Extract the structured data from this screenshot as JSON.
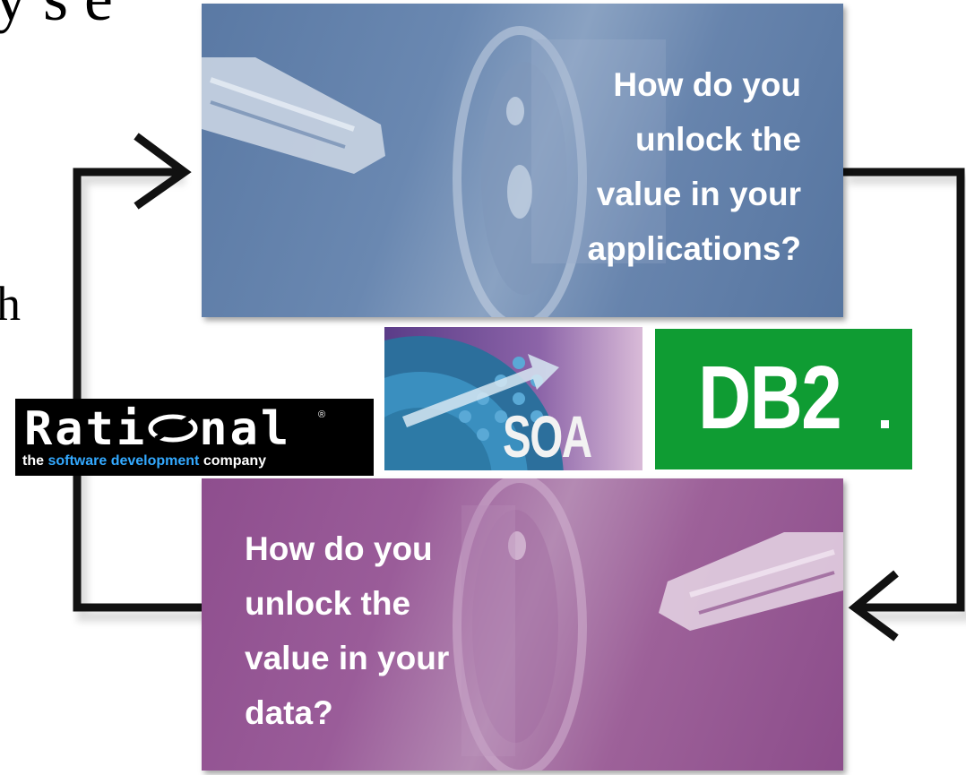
{
  "slide_fragments": {
    "top": "y s e",
    "middle": "h"
  },
  "panels": {
    "applications": {
      "question_lines": [
        "How do you",
        "unlock the",
        "value in your",
        "applications?"
      ],
      "color": "#5b7aa5"
    },
    "data": {
      "question_lines": [
        "How do you",
        "unlock the",
        "value in your",
        "data?"
      ],
      "color": "#8f4f8f"
    }
  },
  "logos": {
    "rational": {
      "wordmark": "Rati",
      "wordmark_tail": "nal",
      "registered_mark": "®",
      "tagline_prefix": "the ",
      "tagline_highlight": "software development",
      "tagline_suffix": " company"
    },
    "soa": {
      "wordmark": "SOA"
    },
    "db2": {
      "wordmark": "DB2",
      "color": "#0f9c33"
    }
  },
  "icons": {
    "left_arrow": "arrow-right-icon",
    "right_arrow": "arrow-left-icon",
    "key_top": "key-icon",
    "key_bottom": "key-icon",
    "lock_top": "lock-cylinder-icon",
    "lock_bottom": "lock-cylinder-icon"
  }
}
